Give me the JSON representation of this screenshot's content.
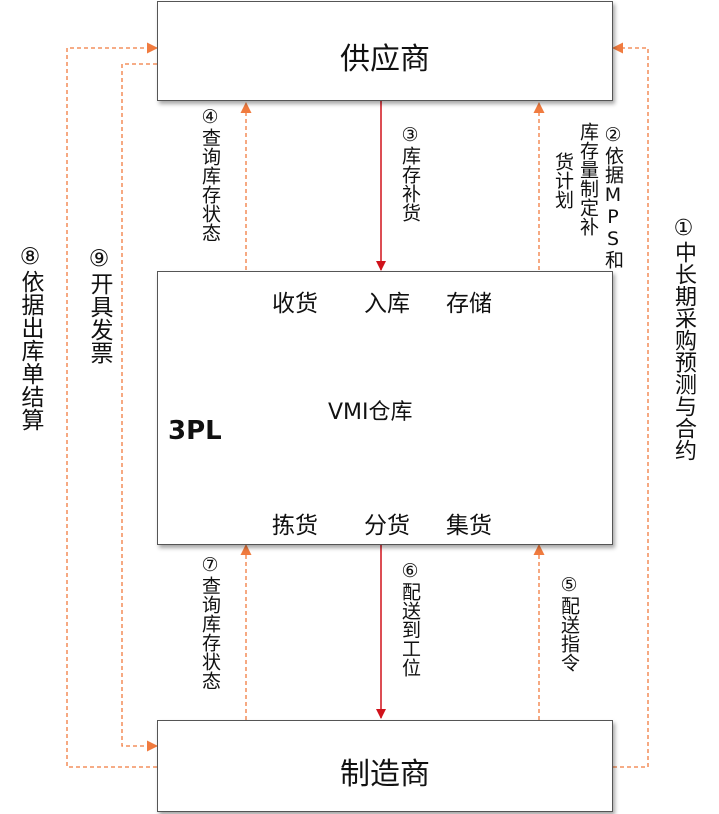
{
  "nodes": {
    "supplier": "供应商",
    "manufacturer": "制造商",
    "tpl": "3PL",
    "vmi": "VMI仓库"
  },
  "flow_top": [
    "收货",
    "入库",
    "存储"
  ],
  "flow_bottom": [
    "拣货",
    "分货",
    "集货"
  ],
  "edges": {
    "e1": "①中长期采购预测与合约",
    "e2a": "②依据MPS和",
    "e2b": "库存量制定补",
    "e2c": "货计划",
    "e3": "③库存补货",
    "e4": "④查询库存状态",
    "e5": "⑤配送指令",
    "e6": "⑥配送到工位",
    "e7": "⑦查询库存状态",
    "e8": "⑧依据出库单结算",
    "e9": "⑨开具发票"
  },
  "colors": {
    "solid_arrow": "#d0121b",
    "dashed_arrow": "#f07b3f",
    "circle": "#c0141c"
  }
}
